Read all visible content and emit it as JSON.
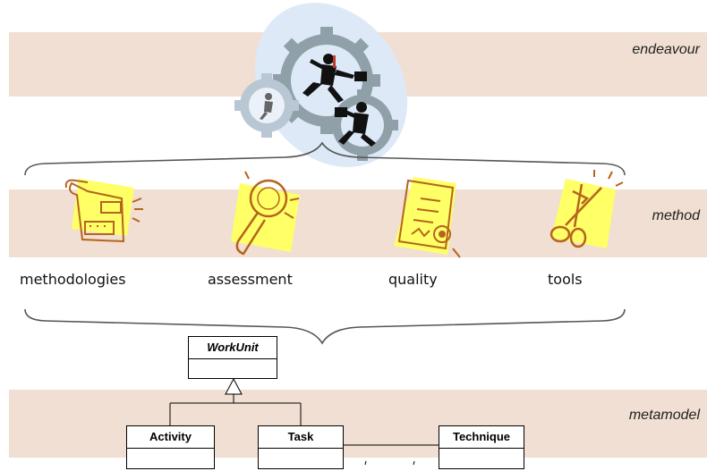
{
  "layers": {
    "endeavour": "endeavour",
    "method": "method",
    "metamodel": "metamodel"
  },
  "method_items": {
    "methodologies": "methodologies",
    "assessment": "assessment",
    "quality": "quality",
    "tools": "tools"
  },
  "uml": {
    "workunit": "WorkUnit",
    "activity": "Activity",
    "task": "Task",
    "technique": "Technique"
  },
  "colors": {
    "band": "#f0dfd2",
    "sticky_note": "#ffff66",
    "icon_stroke": "#b5651d"
  }
}
